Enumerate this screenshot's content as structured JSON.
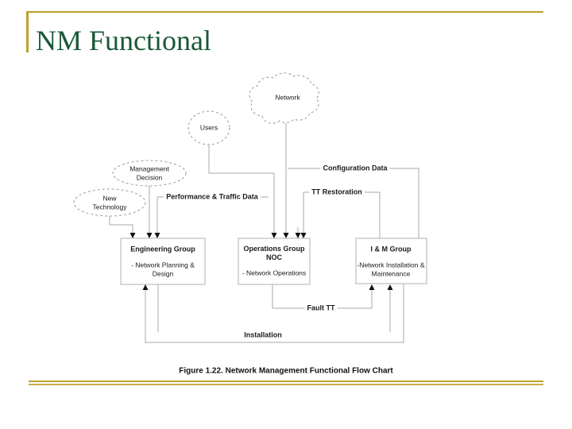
{
  "slide": {
    "title": "NM Functional",
    "caption": "Figure 1.22. Network Management Functional Flow Chart"
  },
  "colors": {
    "accent": "#BFA02C",
    "title": "#1B5838",
    "line": "#a9a9a9"
  },
  "diagram": {
    "network": "Network",
    "users": "Users",
    "management_decision": "Management\nDecision",
    "new_technology": "New\nTechnology",
    "engineering": {
      "title": "Engineering Group",
      "subtitle": "- Network Planning &\nDesign"
    },
    "operations": {
      "title": "Operations Group\nNOC",
      "subtitle": "- Network Operations"
    },
    "im_group": {
      "title": "I & M Group",
      "subtitle": "-Network Installation &\nMaintenance"
    },
    "flows": {
      "configuration_data": "Configuration Data",
      "tt_restoration": "TT Restoration",
      "performance_traffic": "Performance & Traffic Data",
      "fault_tt": "Fault TT",
      "installation": "Installation"
    }
  }
}
